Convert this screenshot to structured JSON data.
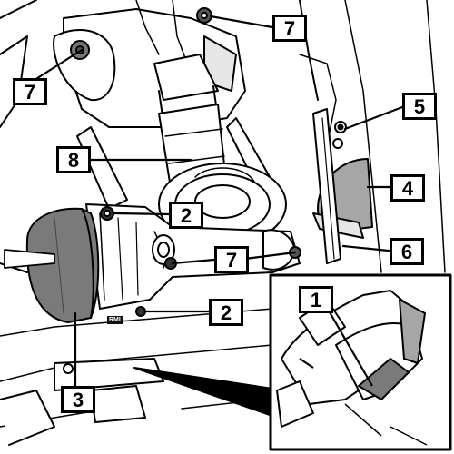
{
  "diagram": {
    "callouts": [
      {
        "id": "c7a",
        "text": "7"
      },
      {
        "id": "c7b",
        "text": "7"
      },
      {
        "id": "c5",
        "text": "5"
      },
      {
        "id": "c8",
        "text": "8"
      },
      {
        "id": "c4",
        "text": "4"
      },
      {
        "id": "c2a",
        "text": "2"
      },
      {
        "id": "c6",
        "text": "6"
      },
      {
        "id": "c7c",
        "text": "7"
      },
      {
        "id": "c2b",
        "text": "2"
      },
      {
        "id": "c1",
        "text": "1"
      },
      {
        "id": "c3",
        "text": "3"
      }
    ],
    "part_marking": "RMI"
  },
  "colors": {
    "line": "#000000",
    "paper": "#ffffff",
    "shade_light": "#d9d9d9",
    "shade_mid": "#a6a6a6",
    "shade_dark": "#7a7a7a"
  }
}
